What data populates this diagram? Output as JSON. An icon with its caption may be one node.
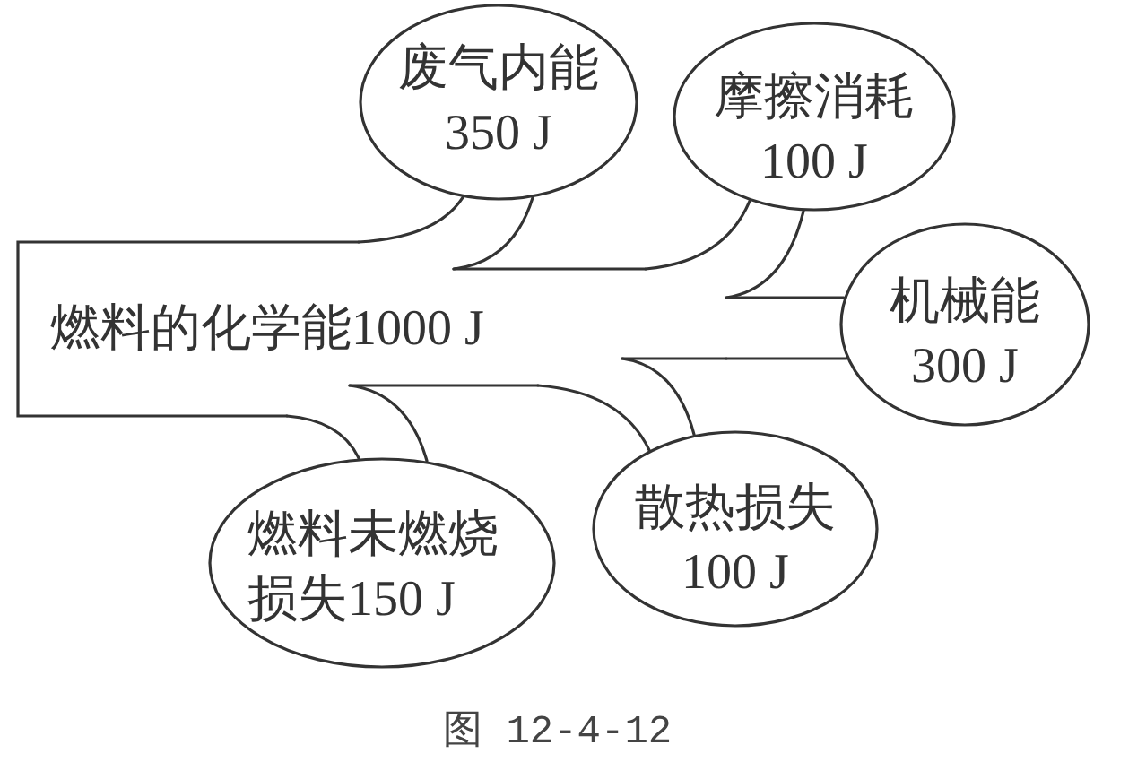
{
  "diagram": {
    "caption": "图 12-4-12",
    "nodes": [
      {
        "text": [
          "燃料的化学能1000 J"
        ]
      },
      {
        "text": [
          "废气内能",
          "350 J"
        ]
      },
      {
        "text": [
          "摩擦消耗",
          "100 J"
        ]
      },
      {
        "text": [
          "机械能",
          "300 J"
        ]
      },
      {
        "text": [
          "散热损失",
          "100 J"
        ]
      },
      {
        "text": [
          "燃料未燃烧损失150 J"
        ]
      }
    ],
    "edges": [
      {
        "from": 0,
        "to": 1,
        "arrow": "none"
      },
      {
        "from": 0,
        "to": 1,
        "arrow": "none"
      },
      {
        "from": 0,
        "to": 2,
        "arrow": "none"
      },
      {
        "from": 0,
        "to": 2,
        "arrow": "none"
      },
      {
        "from": 0,
        "to": 3,
        "arrow": "none"
      },
      {
        "from": 0,
        "to": 3,
        "arrow": "none"
      },
      {
        "from": 0,
        "to": 4,
        "arrow": "none"
      },
      {
        "from": 0,
        "to": 4,
        "arrow": "none"
      },
      {
        "from": 0,
        "to": 5,
        "arrow": "none"
      },
      {
        "from": 0,
        "to": 5,
        "arrow": "none"
      }
    ]
  }
}
